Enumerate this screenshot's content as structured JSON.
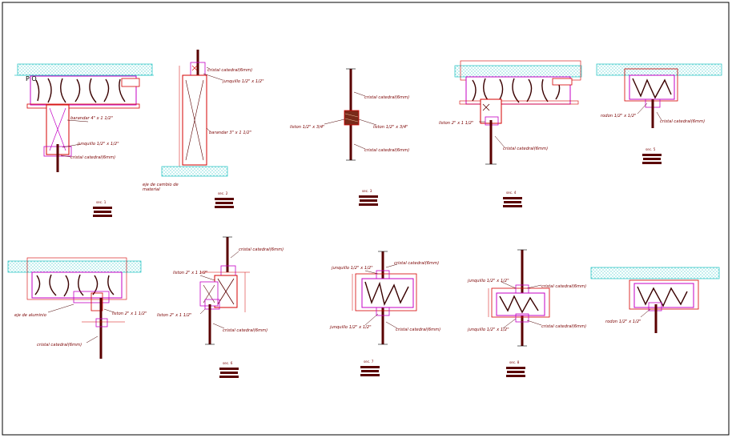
{
  "sheet": {
    "background": "#ffffff",
    "border_color": "#000000",
    "palette": {
      "line_red": "#d40000",
      "line_magenta": "#c400c4",
      "wood_dark": "#5a0000",
      "cyan_fill": "#35c8c8",
      "leader": "#4a0000"
    }
  },
  "labels": {
    "corner_mark": "P O",
    "d1_travesano": "barandar 4\" x 1 1/2\"",
    "d1_junquillo": "junquillo 1/2\" x 1/2\"",
    "d1_cristal": "cristal catedral(6mm)",
    "d2_cristal": "cristal catedral(6mm)",
    "d2_junquillo": "junquillo 1/2\" x 1/2\"",
    "d2_barandar": "barandar 3\" x 1 1/2\"",
    "d2_eje_1": "eje de cambio de",
    "d2_eje_2": "material",
    "d3_cristal_top": "cristal catedral(6mm)",
    "d3_liston_left": "liston 1/2\" x 3/4\"",
    "d3_liston_right": "liston 1/2\" x 3/4\"",
    "d3_cristal_bottom": "cristal catedral(6mm)",
    "d4_liston": "liston 2\" x 1 1/2\"",
    "d4_cristal": "cristal catedral(6mm)",
    "d5_rodon": "rodon 1/2\" x 1/2\"",
    "d5_cristal": "cristal catedral(6mm)",
    "d6_eje": "eje de aluminio",
    "d6_liston": "liston 2\" x 1 1/2\"",
    "d6_cristal": "cristal catedral(6mm)",
    "d7_cristal_top": "cristal catedral(6mm)",
    "d7_liston_top": "liston 2\" x 1 1/2\"",
    "d7_liston_bottom": "liston 2\" x 1 1/2\"",
    "d7_cristal_bottom": "cristal catedral(6mm)",
    "d8_junquillo_top": "junquillo 1/2\" x 1/2\"",
    "d8_cristal_top": "cristal catedral(6mm)",
    "d8_junquillo_bottom": "junquillo 1/2\" x 1/2\"",
    "d8_cristal_bottom": "cristal catedral(6mm)",
    "d9_junquillo_top": "junquillo 1/2\" x 1/2\"",
    "d9_cristal_top": "cristal catedral(6mm)",
    "d9_junquillo_bottom": "junquillo 1/2\" x 1/2\"",
    "d9_cristal_bottom": "cristal catedral(6mm)",
    "d10_rodon": "rodon 1/2\" x 1/2\""
  },
  "section_titles": {
    "s1": "sec. 1",
    "s2": "sec. 2",
    "s3": "sec. 3",
    "s4": "sec. 4",
    "s5": "sec. 5",
    "s6": "sec. 6",
    "s7": "sec. 7",
    "s8": "sec. 8"
  }
}
